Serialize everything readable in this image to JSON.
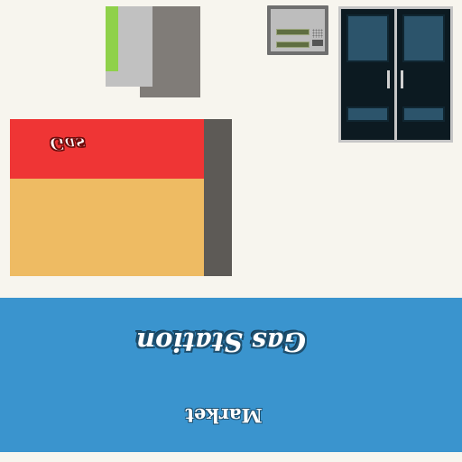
{
  "scene": {
    "background_color": "#f7f5ee"
  },
  "counter": {
    "label": "Gas",
    "top_color": "#ef3535",
    "body_color": "#eebb63"
  },
  "sign": {
    "title": "Gas Station",
    "subtitle": "Market",
    "color": "#3a94ce"
  },
  "objects": {
    "atm_icon": "atm-icon",
    "fridge_icon": "drinks-fridge-icon",
    "pillar_icon": "wall-pillar-icon"
  }
}
